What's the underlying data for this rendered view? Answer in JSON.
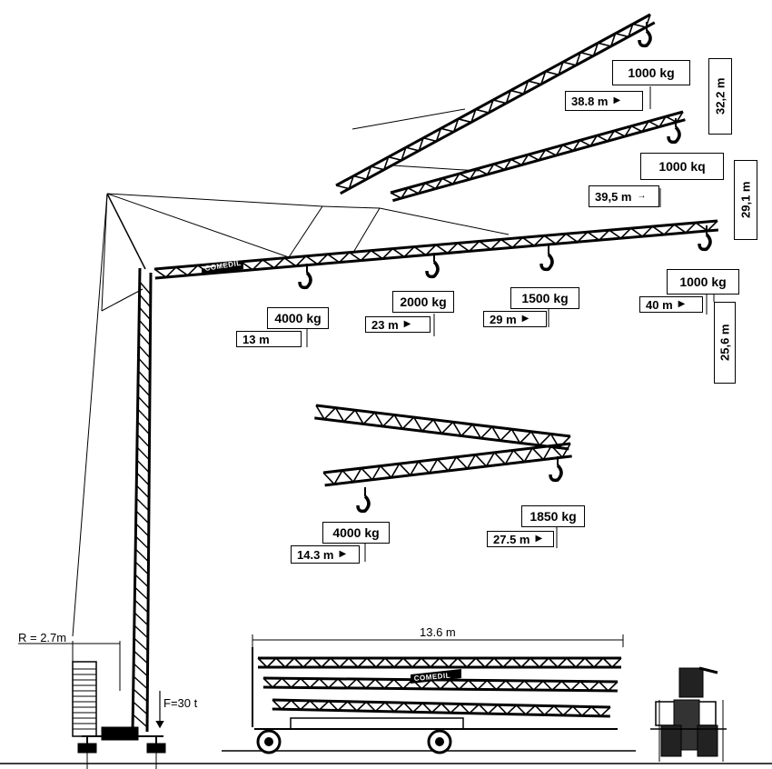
{
  "brand": "COMEDIL",
  "configs": [
    {
      "id": "horizontal",
      "loads": [
        {
          "load": "4000 kg",
          "dist": "13 m"
        },
        {
          "load": "2000 kg",
          "dist": "23 m"
        },
        {
          "load": "1500 kg",
          "dist": "29 m"
        },
        {
          "load": "1000 kg",
          "dist": "40 m",
          "height": "25,6 m"
        }
      ]
    },
    {
      "id": "luffed-mid",
      "loads": [
        {
          "load": "1000 kq",
          "dist": "39,5 m",
          "height": "29,1 m"
        }
      ]
    },
    {
      "id": "luffed-top",
      "loads": [
        {
          "load": "1000 kg",
          "dist": "38.8 m",
          "height": "32,2 m"
        }
      ]
    },
    {
      "id": "folded",
      "loads": [
        {
          "load": "4000 kg",
          "dist": "14.3 m"
        },
        {
          "load": "1850 kg",
          "dist": "27.5 m"
        }
      ]
    }
  ],
  "base": {
    "radius": "R = 2.7m",
    "force": "F=30 t"
  },
  "transport": {
    "length": "13.6 m"
  },
  "arrow_glyph": "▶"
}
